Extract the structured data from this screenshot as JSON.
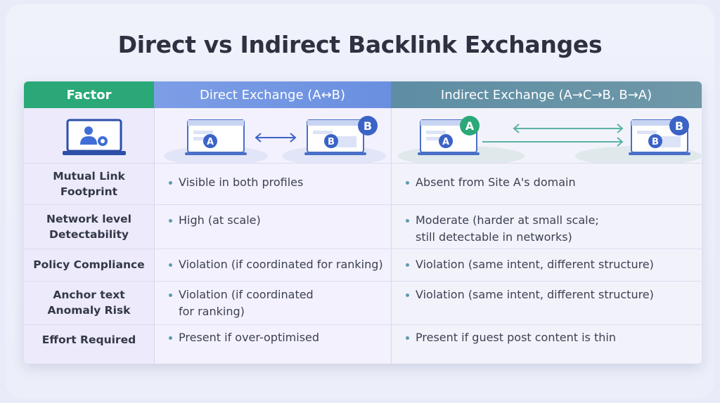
{
  "title": "Direct vs Indirect Backlink Exchanges",
  "headers": {
    "factor": "Factor",
    "direct": "Direct Exchange (A↔B)",
    "indirect": "Indirect Exchange (A→C→B, B→A)"
  },
  "icons": {
    "factor": "laptop-user-gear-icon",
    "site_a": "A",
    "site_b": "B",
    "direct_arrow": "bidirectional-arrow-icon",
    "indirect_arrows": "two-way-offset-arrows-icon"
  },
  "rows": [
    {
      "label_lines": [
        "Mutual Link",
        "Footprint"
      ],
      "direct": [
        "Visible in both profiles"
      ],
      "indirect": [
        "Absent from Site A's domain"
      ]
    },
    {
      "label_lines": [
        "Network level",
        "Detectability"
      ],
      "direct": [
        "High (at scale)"
      ],
      "indirect": [
        "Moderate (harder at small scale;",
        "still detectable in networks)"
      ]
    },
    {
      "label_lines": [
        "Policy Compliance"
      ],
      "direct": [
        "Violation (if coordinated for ranking)"
      ],
      "indirect": [
        "Violation (same intent, different structure)"
      ]
    },
    {
      "label_lines": [
        "Anchor text",
        "Anomaly Risk"
      ],
      "direct": [
        "Violation (if coordinated",
        "for ranking)"
      ],
      "indirect": [
        "Violation (same intent, different structure)"
      ]
    },
    {
      "label_lines": [
        "Effort Required"
      ],
      "direct": [
        "Present if over-optimised"
      ],
      "indirect": [
        "Present if guest post content is thin"
      ]
    }
  ],
  "colors": {
    "factor_header": "#2aa878",
    "direct_header": "#6a8fe0",
    "indirect_header": "#5e8da4",
    "badge": "#3b63c7",
    "bullet": "#5b9bb0"
  }
}
